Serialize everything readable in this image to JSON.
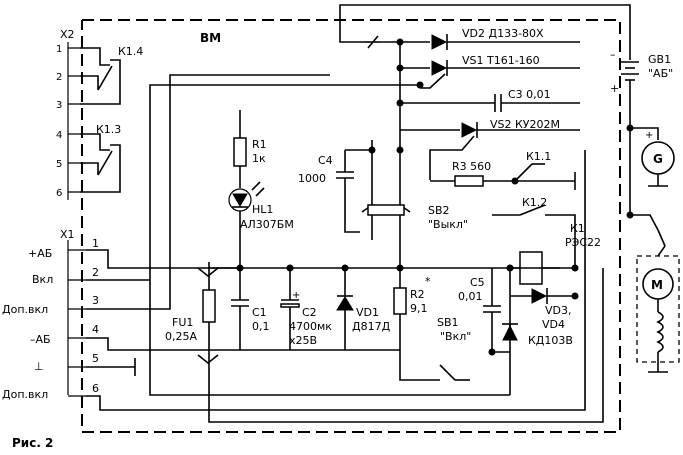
{
  "figure_caption": "Рис. 2",
  "block_label": "ВМ",
  "connectors": {
    "x2": {
      "name": "Х2",
      "pins": [
        "1",
        "2",
        "3",
        "4",
        "5",
        "6"
      ]
    },
    "x1": {
      "name": "Х1",
      "pins": [
        "1",
        "2",
        "3",
        "4",
        "5",
        "6"
      ],
      "signals": [
        "+АБ",
        "Вкл",
        "Доп.вкл",
        "–АБ",
        "⊥",
        "Доп.вкл"
      ]
    }
  },
  "components": {
    "k14": "К1.4",
    "k13": "К1.3",
    "vd2": "VD2  Д133-80Х",
    "vs1": "VS1  Т161-160",
    "c3": "С3  0,01",
    "vs2": "VS2  КУ202М",
    "r3": "R3  560",
    "k11": "К1.1",
    "k12": "К1.2",
    "c4_name": "С4",
    "c4_value": "1000",
    "sb2_name": "SB2",
    "sb2_label": "\"Выкл\"",
    "r1_name": "R1",
    "r1_value": "1к",
    "hl1_name": "HL1",
    "hl1_type": "АЛ307БМ",
    "k1_name": "К1",
    "k1_type": "РЭС22",
    "fu1_name": "FU1",
    "fu1_value": "0,25А",
    "c1_name": "С1",
    "c1_value": "0,1",
    "c2_name": "С2",
    "c2_value1": "4700мк",
    "c2_value2": "х25В",
    "vd1_name": "VD1",
    "vd1_type": "Д817Д",
    "r2_name": "R2",
    "r2_value": "9,1",
    "r2_mark": "*",
    "c5_name": "С5",
    "c5_value": "0,01",
    "sb1_name": "SB1",
    "sb1_label": "\"Вкл\"",
    "vd34_name": "VD3,",
    "vd34_name2": "VD4",
    "vd34_type": "КД103В",
    "gb1_name": "GB1",
    "gb1_label": "\"АБ\"",
    "gen_symbol": "G",
    "motor_symbol": "М",
    "plus": "+",
    "minus": "–"
  }
}
